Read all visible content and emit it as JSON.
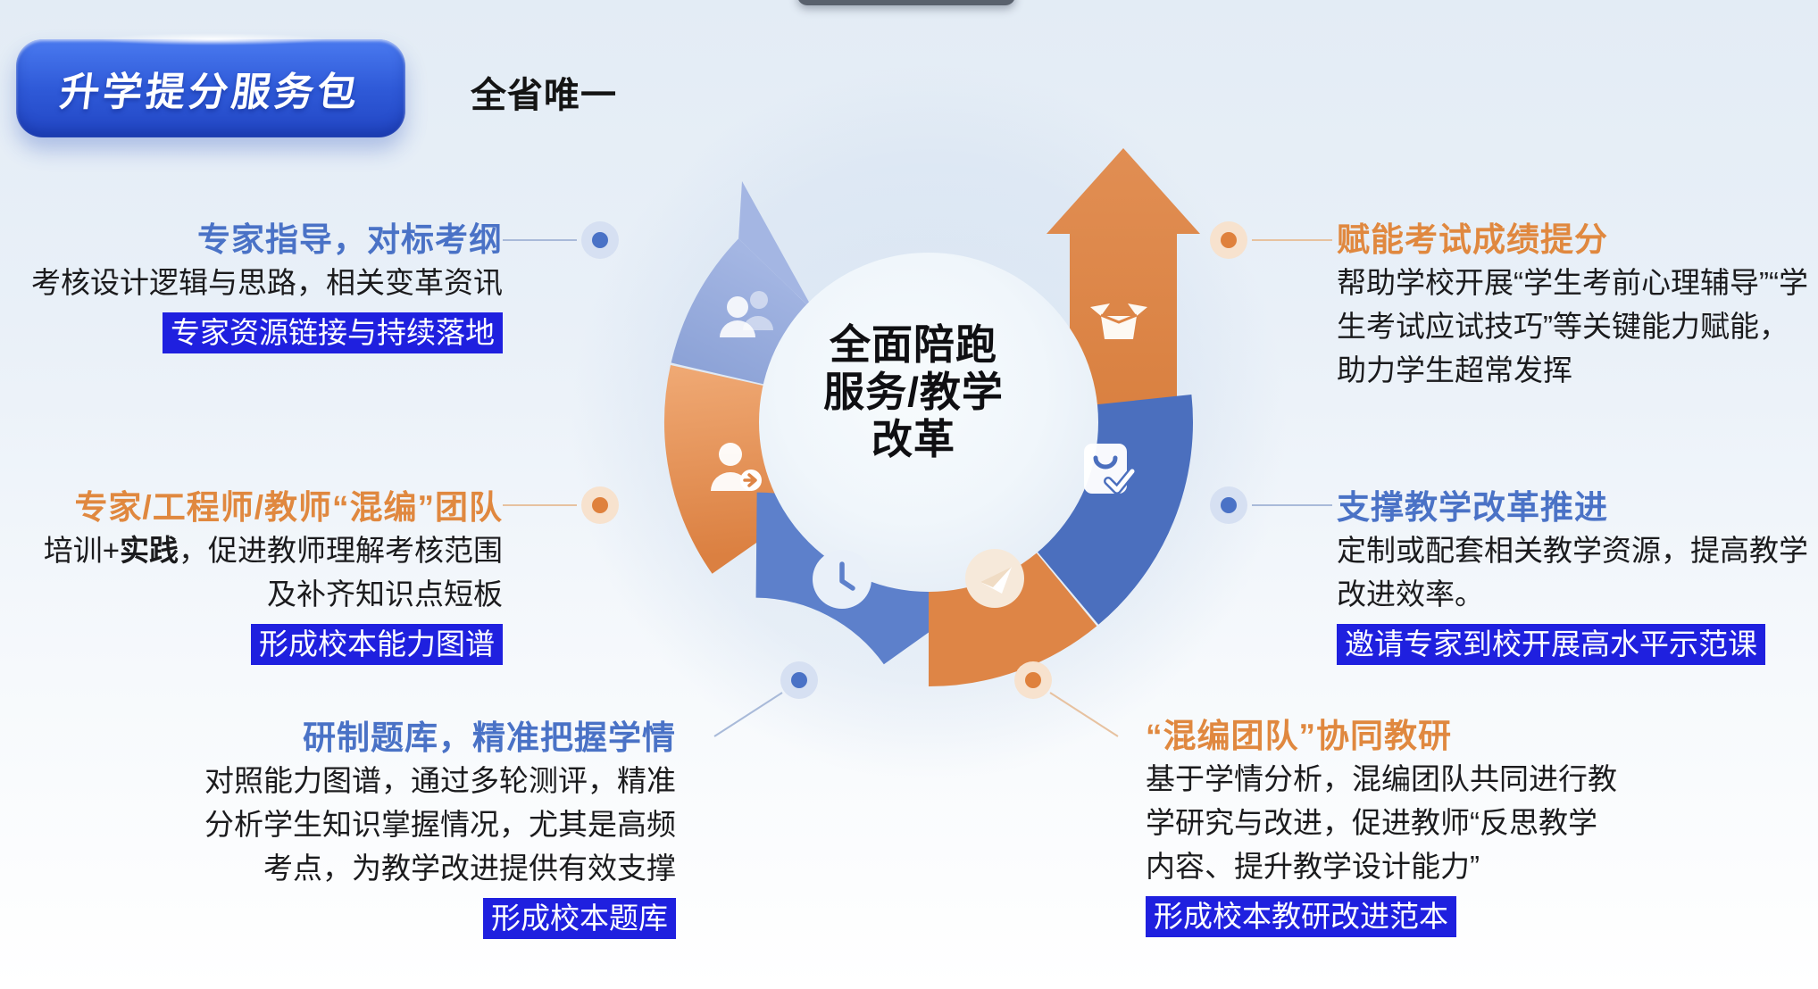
{
  "badge": {
    "label": "升学提分服务包"
  },
  "tagline": "全省唯一",
  "center": {
    "line1": "全面陪跑",
    "line2": "服务/教学",
    "line3": "改革"
  },
  "blocks": {
    "l1": {
      "title": "专家指导，对标考纲",
      "desc": [
        "考核设计逻辑与思路，相关变革资讯"
      ],
      "highlight": "专家资源链接与持续落地"
    },
    "l2": {
      "title": "专家/工程师/教师“混编”团队",
      "desc1_parts": [
        "培训+",
        "实践",
        "，促进教师理解考核范围"
      ],
      "desc2": "及补齐知识点短板",
      "highlight": "形成校本能力图谱"
    },
    "l3": {
      "title": "研制题库，精准把握学情",
      "desc": [
        "对照能力图谱，通过多轮测评，精准",
        "分析学生知识掌握情况，尤其是高频",
        "考点，为教学改进提供有效支撑"
      ],
      "highlight": "形成校本题库"
    },
    "r1": {
      "title": "赋能考试成绩提分",
      "desc": [
        "帮助学校开展“学生考前心理辅导”“学",
        "生考试应试技巧”等关键能力赋能，",
        "助力学生超常发挥"
      ]
    },
    "r2": {
      "title": "支撑教学改革推进",
      "desc": [
        "定制或配套相关教学资源，提高教学",
        "改进效率。"
      ],
      "highlight": "邀请专家到校开展高水平示范课"
    },
    "r3": {
      "title": "“混编团队”协同教研",
      "desc": [
        "基于学情分析，混编团队共同进行教",
        "学研究与改进，促进教师“反思教学",
        "内容、提升教学设计能力”"
      ],
      "highlight": "形成校本教研改进范本"
    }
  },
  "diagram_icons": [
    "team-people-icon",
    "mentor-person-arrow-icon",
    "clock-icon",
    "paper-plane-icon",
    "clipboard-check-icon",
    "open-box-icon"
  ],
  "colors": {
    "accent_blue": "#4a72c6",
    "accent_orange": "#de8546",
    "highlight_bg": "#1f20df",
    "ring_light_blue": "#97abdd",
    "ring_blue": "#5d80cb",
    "ring_dark_blue": "#4b6fbe",
    "ring_orange": "#de8546",
    "badge_blue": "#2f5ad8"
  }
}
